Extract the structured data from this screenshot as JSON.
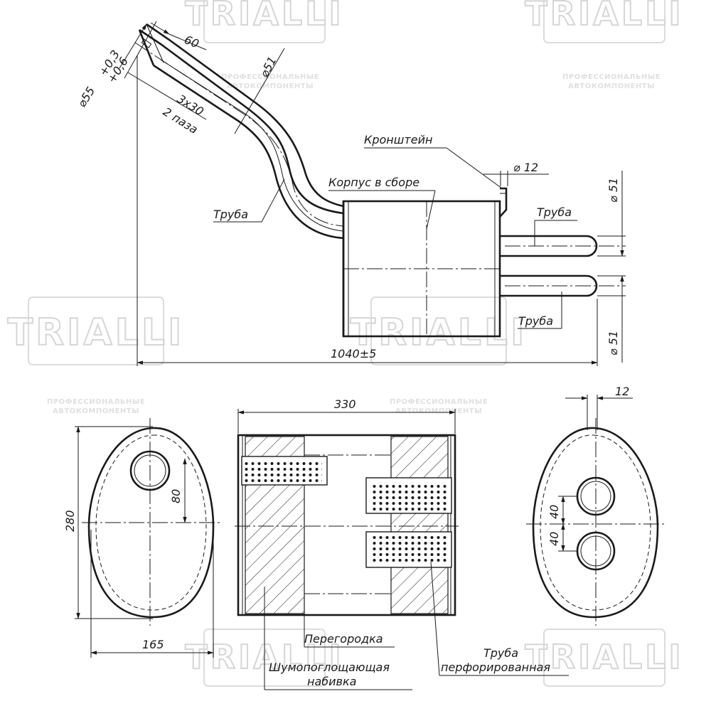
{
  "watermark": {
    "brand": "TRIALLI",
    "slogan_line1": "ПРОФЕССИОНАЛЬНЫЕ",
    "slogan_line2": "АВТОКОМПОНЕНТЫ"
  },
  "dimensions": {
    "inlet_diameter": "⌀55",
    "inlet_tolerance_upper": "+0,3",
    "inlet_tolerance_lower": "+0,6",
    "inlet_length": "60",
    "pipe_diameter": "⌀51",
    "slot_size": "3x30",
    "slot_count": "2 паза",
    "bracket_diameter": "⌀ 12",
    "outlet_diameter_top": "⌀ 51",
    "outlet_diameter_bottom": "⌀ 51",
    "overall_length": "1040±5",
    "body_length": "330",
    "body_height": "280",
    "body_width": "165",
    "inlet_offset": "80",
    "outlet_offset_upper": "40",
    "outlet_offset_lower": "40",
    "bracket_width": "12"
  },
  "labels": {
    "bracket": "Кронштейн",
    "body_assembly": "Корпус в сборе",
    "pipe_inlet": "Труба",
    "pipe_outlet_top": "Труба",
    "pipe_outlet_bottom": "Труба",
    "baffle": "Перегородка",
    "packing_line1": "Шумопоглощающая",
    "packing_line2": "набивка",
    "perforated_line1": "Труба",
    "perforated_line2": "перфорированная"
  }
}
